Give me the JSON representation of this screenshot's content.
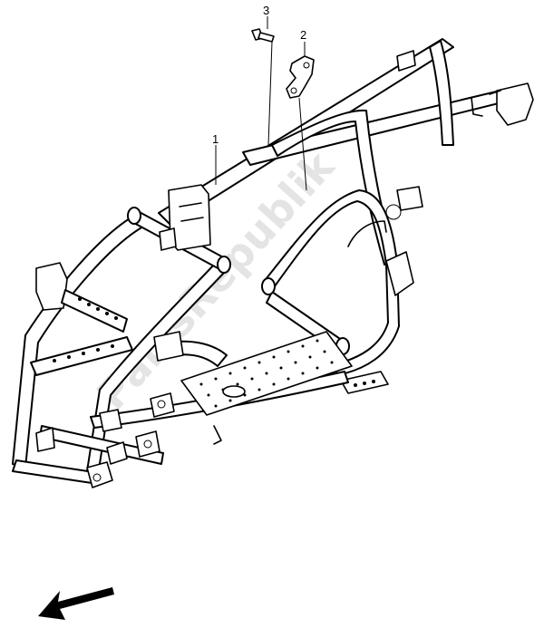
{
  "callouts": [
    {
      "number": "1",
      "part": "frame"
    },
    {
      "number": "2",
      "part": "bracket"
    },
    {
      "number": "3",
      "part": "bolt"
    }
  ],
  "watermark": "PartsRepublik",
  "direction_arrow": {
    "icon": "front-direction-arrow-icon"
  },
  "colors": {
    "line": "#000000",
    "background": "#ffffff",
    "watermark": "#d9d9d9"
  }
}
